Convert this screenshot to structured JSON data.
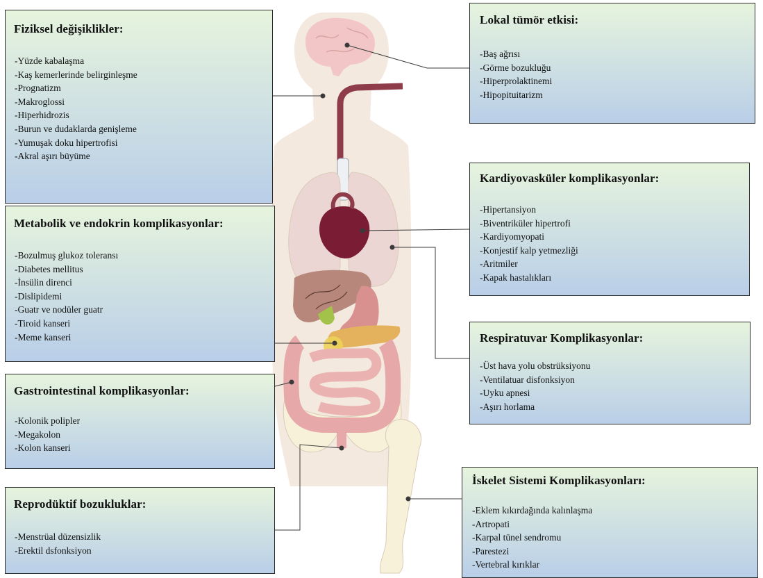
{
  "boxes": {
    "fiziksel": {
      "title": "Fiziksel değişiklikler:",
      "items": [
        "-Yüzde kabalaşma",
        "-Kaş kemerlerinde belirginleşme",
        "-Prognatizm",
        "-Makroglossi",
        "-Hiperhidrozis",
        "-Burun ve dudaklarda genişleme",
        "-Yumuşak doku hipertrofisi",
        "-Akral aşırı büyüme"
      ]
    },
    "metabolik": {
      "title": "Metabolik ve endokrin komplikasyonlar:",
      "items": [
        "-Bozulmuş glukoz toleransı",
        "-Diabetes mellitus",
        "-İnsülin direnci",
        "-Dislipidemi",
        "-Guatr ve nodüler guatr",
        "-Tiroid kanseri",
        "-Meme kanseri"
      ]
    },
    "gastro": {
      "title": "Gastrointestinal komplikasyonlar:",
      "items": [
        "-Kolonik polipler",
        "-Megakolon",
        "-Kolon kanseri"
      ]
    },
    "repro": {
      "title": "Reprodüktif bozukluklar:",
      "items": [
        "-Menstrüal düzensizlik",
        "-Erektil dsfonksiyon"
      ]
    },
    "lokal": {
      "title": "Lokal tümör etkisi:",
      "items": [
        "-Baş ağrısı",
        "-Görme bozukluğu",
        "-Hiperprolaktinemi",
        "-Hipopituitarizm"
      ]
    },
    "kardiyo": {
      "title": "Kardiyovasküler komplikasyonlar:",
      "items": [
        "-Hipertansiyon",
        "-Biventriküler hipertrofi",
        "-Kardiyomyopati",
        "-Konjestif kalp yetmezliği",
        "-Aritmiler",
        "-Kapak hastalıkları"
      ]
    },
    "respiratuvar": {
      "title": "Respiratuvar Komplikasyonlar:",
      "items": [
        "-Üst hava yolu obstrüksiyonu",
        "-Ventilatuar disfonksiyon",
        "-Uyku apnesi",
        "-Aşırı horlama"
      ]
    },
    "iskelet": {
      "title": "İskelet Sistemi Komplikasyonları:",
      "items": [
        "-Eklem kıkırdağında kalınlaşma",
        "-Artropati",
        "-Karpal tünel sendromu",
        "-Parestezi",
        "-Vertebral kırıklar"
      ]
    }
  },
  "colors": {
    "box_top": "#e6f4dd",
    "box_bottom": "#b9cee8",
    "body_silhouette": "#f4e9de",
    "lungs": "#ecd6d4",
    "heart": "#7a1c34",
    "liver": "#b6877a",
    "stomach": "#d99190",
    "pancreas": "#e4b15c",
    "intestine": "#e6a8a8",
    "brain": "#f2c6c6",
    "bone": "#f7f1d9",
    "connector": "#3a3a3a"
  }
}
